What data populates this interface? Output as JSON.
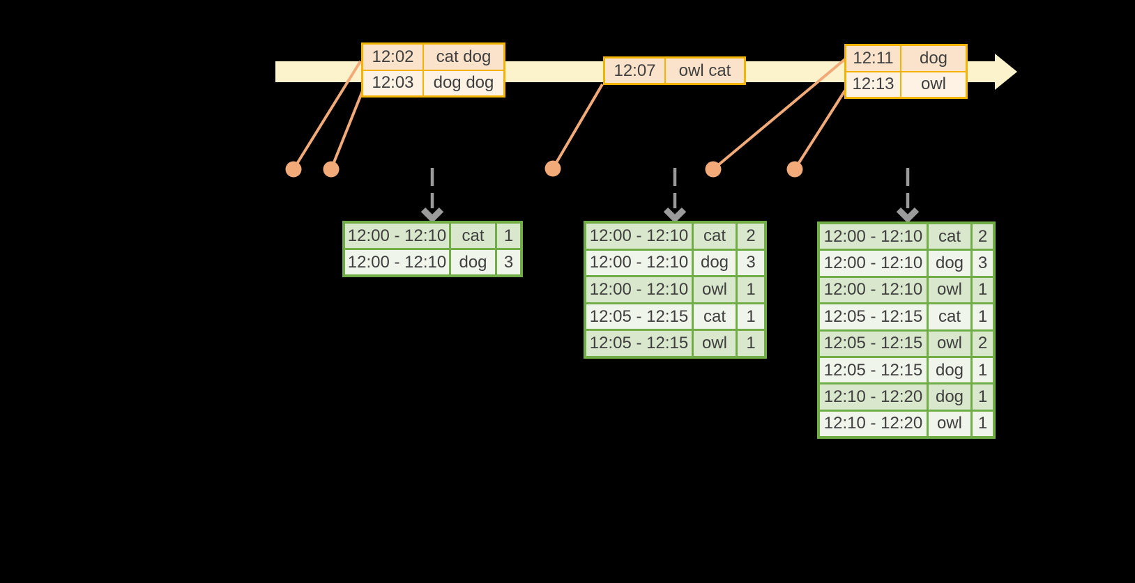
{
  "colors": {
    "background": "#000000",
    "timeline_fill": "#FCF2CC",
    "event_table_border": "#F3B300",
    "event_row_dark": "#FBE3CB",
    "event_row_light": "#FDF2E4",
    "connector_salmon": "#F3AA79",
    "trigger_arrow_gray": "#9B9B9B",
    "result_table_border": "#70AD47",
    "result_row_dark": "#D9E7CC",
    "result_row_light": "#EFF5EA",
    "text": "#3F3F3F"
  },
  "event_tables": [
    {
      "name": "events-1",
      "rows": [
        [
          "12:02",
          "cat dog"
        ],
        [
          "12:03",
          "dog dog"
        ]
      ]
    },
    {
      "name": "events-2",
      "rows": [
        [
          "12:07",
          "owl cat"
        ]
      ]
    },
    {
      "name": "events-3",
      "rows": [
        [
          "12:11",
          "dog"
        ],
        [
          "12:13",
          "owl"
        ]
      ]
    }
  ],
  "result_tables": [
    {
      "name": "result-1",
      "rows": [
        [
          "12:00 - 12:10",
          "cat",
          "1"
        ],
        [
          "12:00 - 12:10",
          "dog",
          "3"
        ]
      ]
    },
    {
      "name": "result-2",
      "rows": [
        [
          "12:00 - 12:10",
          "cat",
          "2"
        ],
        [
          "12:00 - 12:10",
          "dog",
          "3"
        ],
        [
          "12:00 - 12:10",
          "owl",
          "1"
        ],
        [
          "12:05 - 12:15",
          "cat",
          "1"
        ],
        [
          "12:05 - 12:15",
          "owl",
          "1"
        ]
      ]
    },
    {
      "name": "result-3",
      "rows": [
        [
          "12:00 - 12:10",
          "cat",
          "2"
        ],
        [
          "12:00 - 12:10",
          "dog",
          "3"
        ],
        [
          "12:00 - 12:10",
          "owl",
          "1"
        ],
        [
          "12:05 - 12:15",
          "cat",
          "1"
        ],
        [
          "12:05 - 12:15",
          "owl",
          "2"
        ],
        [
          "12:05 - 12:15",
          "dog",
          "1"
        ],
        [
          "12:10 - 12:20",
          "dog",
          "1"
        ],
        [
          "12:10 - 12:20",
          "owl",
          "1"
        ]
      ]
    }
  ]
}
